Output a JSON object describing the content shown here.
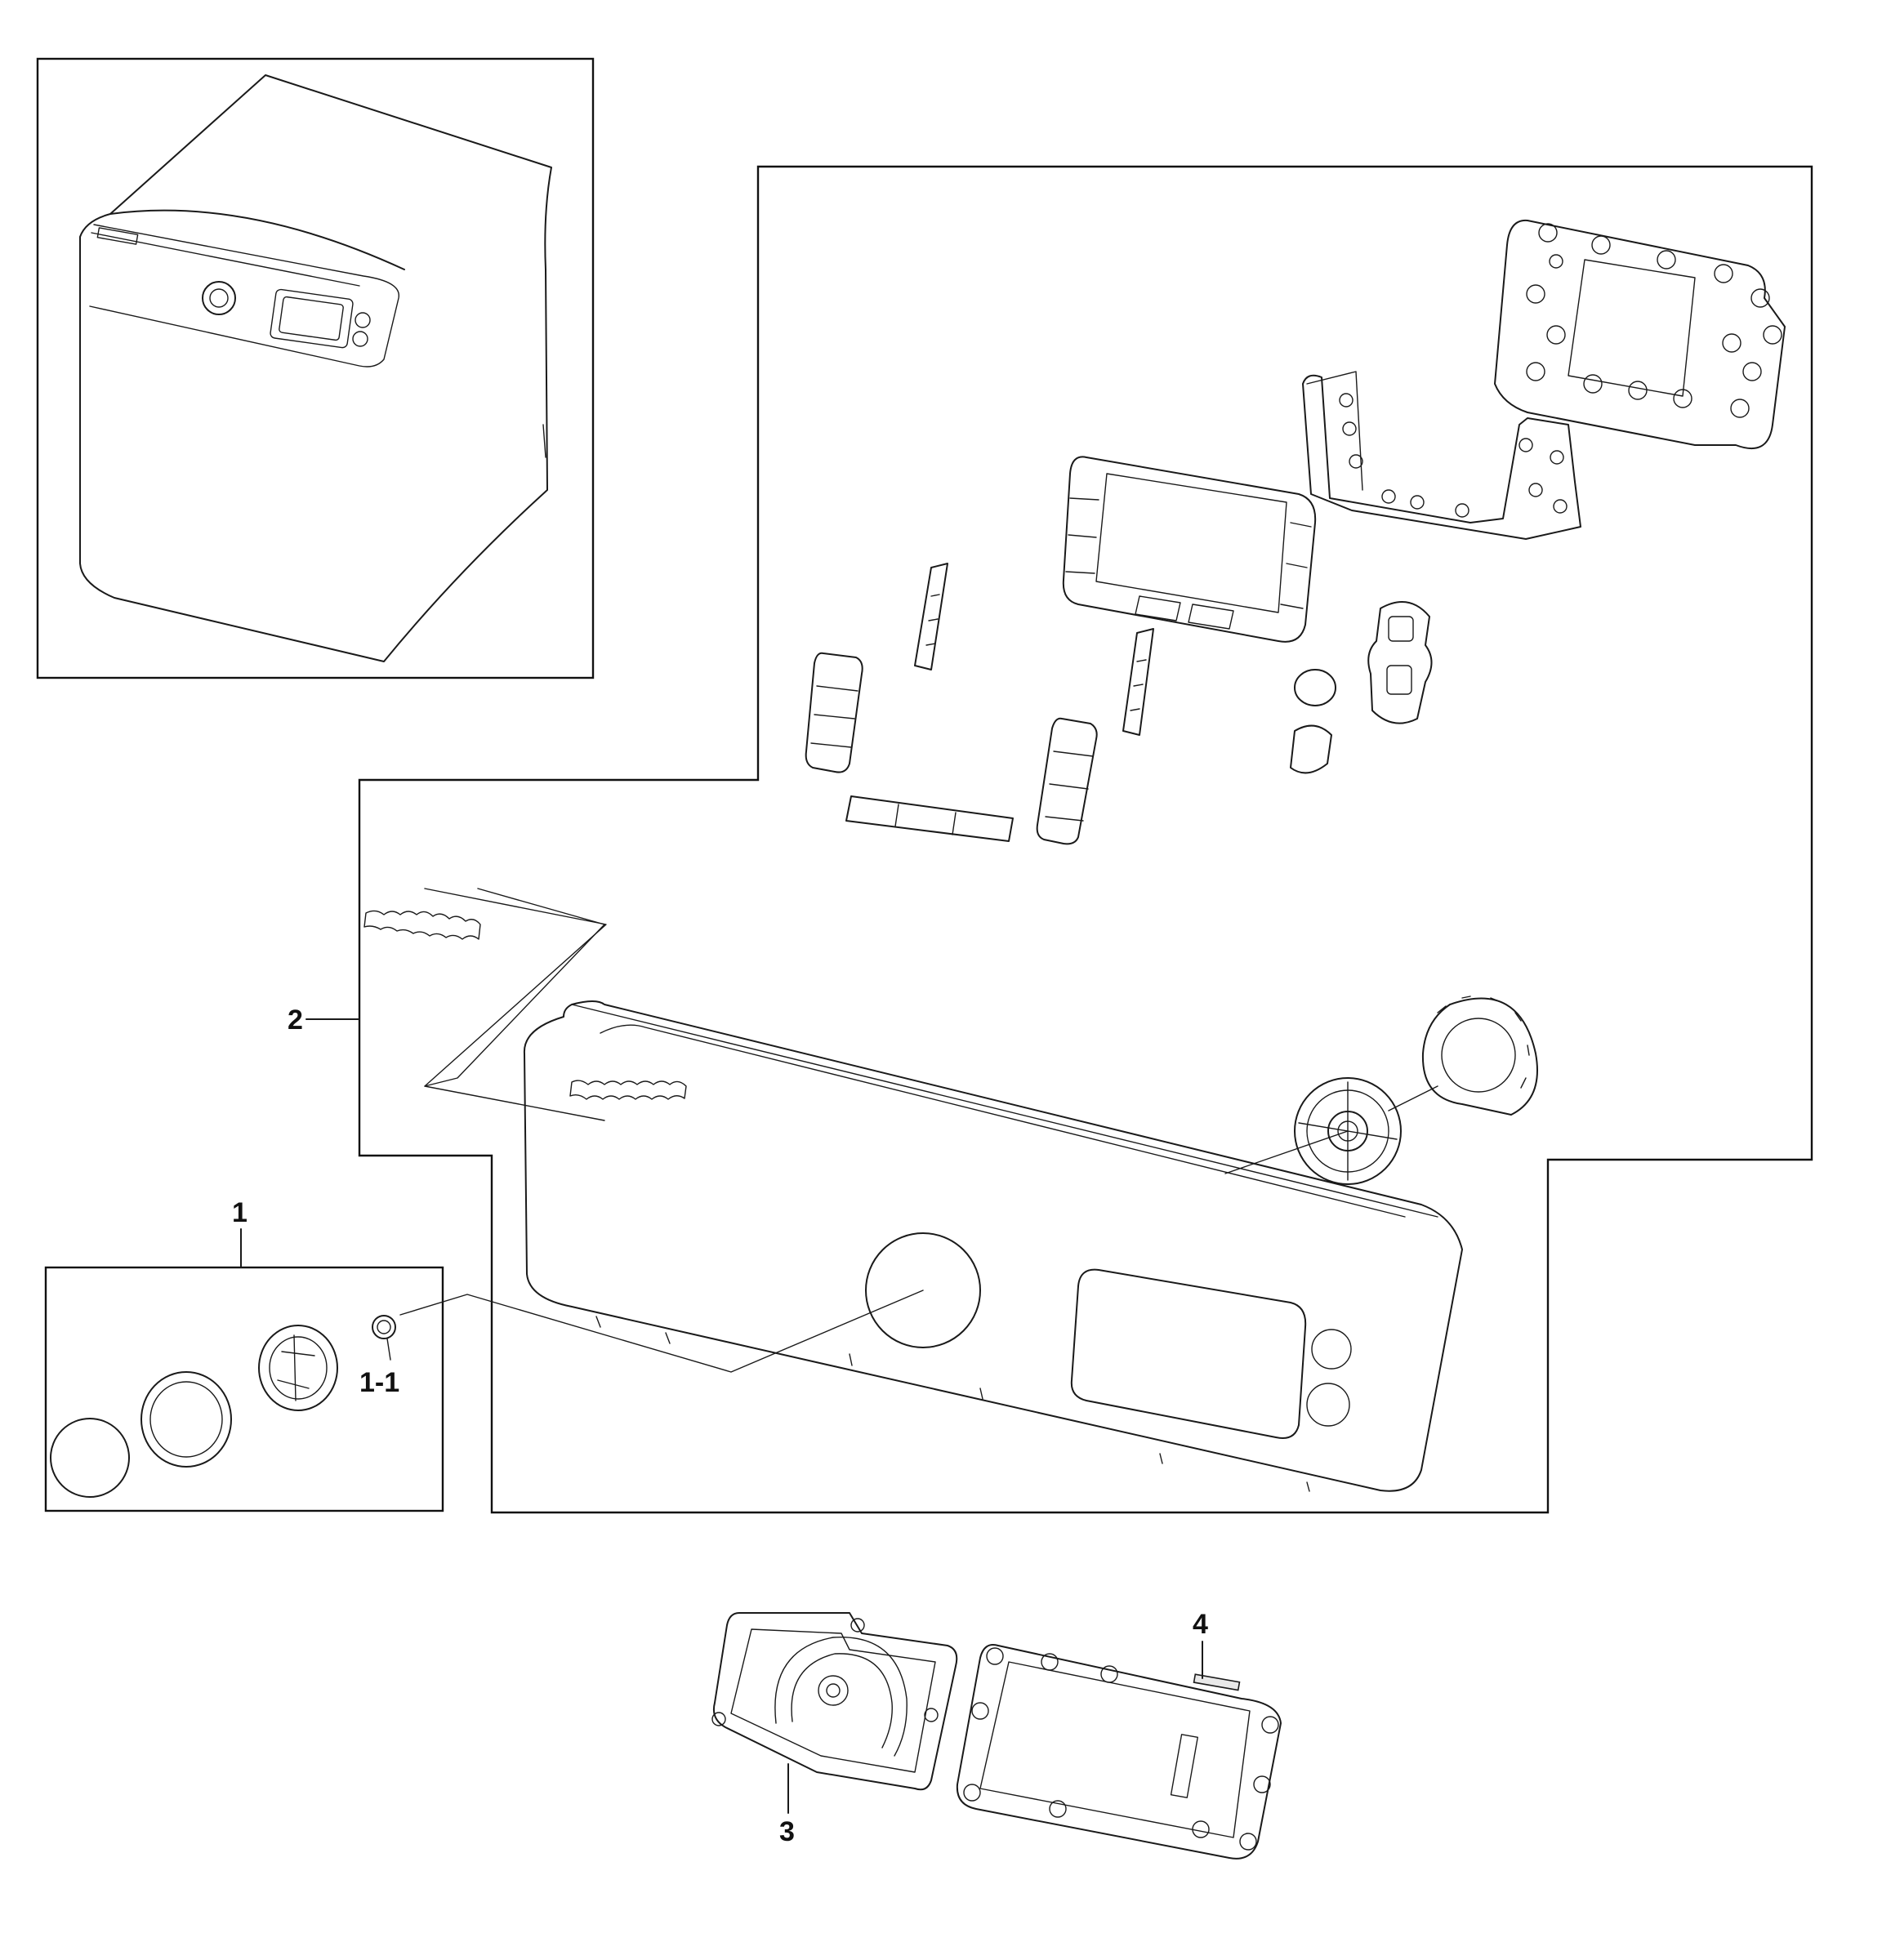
{
  "callouts": {
    "part_1": "1",
    "part_1_1": "1-1",
    "part_2": "2",
    "part_3": "3",
    "part_4": "4"
  }
}
